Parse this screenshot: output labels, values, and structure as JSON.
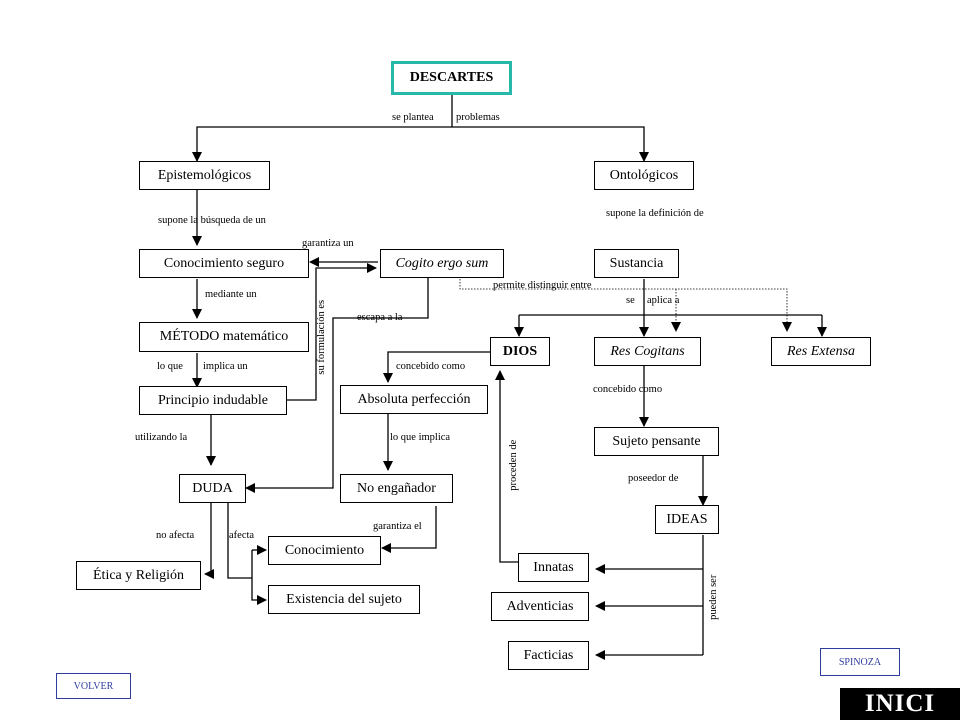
{
  "nodes": {
    "descartes": "DESCARTES",
    "epistemologicos": "Epistemológicos",
    "ontologicos": "Ontológicos",
    "conocimiento_seguro": "Conocimiento seguro",
    "cogito": "Cogito ergo sum",
    "sustancia": "Sustancia",
    "metodo": "MÉTODO matemático",
    "dios": "DIOS",
    "res_cogitans": "Res Cogitans",
    "res_extensa": "Res Extensa",
    "principio": "Principio indudable",
    "absoluta": "Absoluta perfección",
    "sujeto": "Sujeto pensante",
    "duda": "DUDA",
    "no_enganador": "No engañador",
    "ideas": "IDEAS",
    "etica": "Ética y Religión",
    "conocimiento": "Conocimiento",
    "existencia": "Existencia del sujeto",
    "innatas": "Innatas",
    "adventicias": "Adventicias",
    "facticias": "Facticias"
  },
  "labels": {
    "se_plantea": "se plantea",
    "problemas": "problemas",
    "supone_busqueda": "supone la búsqueda de un",
    "supone_definicion": "supone la definición de",
    "garantiza_un": "garantiza un",
    "mediante_un": "mediante un",
    "permite_distinguir": "permite distinguir entre",
    "se_aplica": "se",
    "aplica_a": "aplica a",
    "escapa": "escapa a la",
    "su_formulacion": "su formulación es",
    "lo_que": "lo que",
    "implica_un": "implica un",
    "concebido_como_1": "concebido como",
    "concebido_como_2": "concebido como",
    "utilizando": "utilizando la",
    "lo_que_implica": "lo que implica",
    "proceden_de": "proceden de",
    "poseedor_de": "poseedor de",
    "no_afecta": "no afecta",
    "afecta": "afecta",
    "garantiza_el": "garantiza el",
    "pueden_ser": "pueden ser"
  },
  "nav": {
    "volver": "VOLVER",
    "spinoza": "SPINOZA",
    "inici": "INICI"
  }
}
